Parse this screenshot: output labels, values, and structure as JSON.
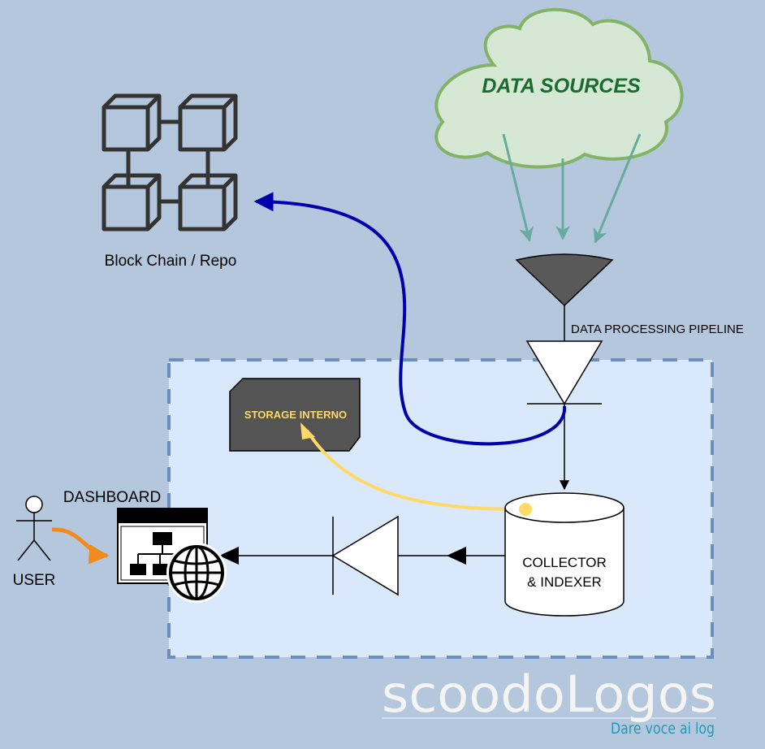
{
  "labels": {
    "data_sources": "DATA SOURCES",
    "block_chain": "Block Chain / Repo",
    "pipeline": "DATA PROCESSING PIPELINE",
    "storage": "STORAGE INTERNO",
    "dashboard": "DASHBOARD",
    "user": "USER",
    "collector_line1": "COLLECTOR",
    "collector_line2": "& INDEXER"
  },
  "logo": {
    "text": "scoodoLogos",
    "tagline": "Dare voce ai log"
  },
  "colors": {
    "background": "#b4c7dd",
    "inner_area": "#dae8fc",
    "dashed_border": "#6c8ebf",
    "cloud_fill": "#d5e8d4",
    "cloud_stroke": "#82b366",
    "cloud_text": "#1a6b2e",
    "source_arrows": "#67ab9f",
    "blue_link": "#0000aa",
    "yellow_link": "#ffd966",
    "orange_link": "#f08c1e",
    "storage_fill": "#545454",
    "storage_text": "#ffd966"
  }
}
